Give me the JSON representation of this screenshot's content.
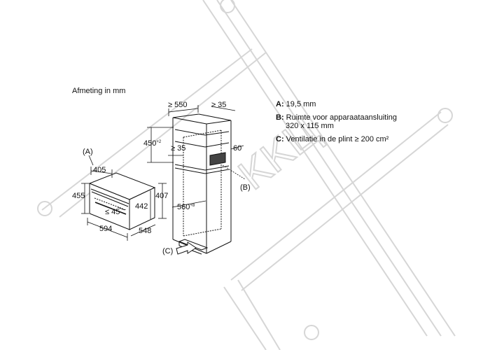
{
  "caption": "Afmeting in mm",
  "watermark": "KKЦ",
  "legend": {
    "a_key": "A:",
    "a_text": "19,5 mm",
    "b_key": "B:",
    "b_text_line1": "Ruimte voor apparaataansluiting",
    "b_text_line2": "320 x 115 mm",
    "c_key": "C:",
    "c_text": "Ventilatie in de plint ≥ 200 cm²"
  },
  "labels": {
    "a": "(A)",
    "b": "(B)",
    "c": "(C)"
  },
  "dimensions": {
    "oven_width": "594",
    "oven_depth": "548",
    "oven_height": "455",
    "oven_inner_height": "442",
    "oven_top": "405",
    "oven_gap": "≤ 45",
    "niche_height": "407",
    "cab_width": "≥ 550",
    "cab_depth": "≥ 35",
    "niche_range": "450",
    "niche_range_sup": "+2",
    "inner_gap": "≥ 35",
    "vent": "60",
    "inner_width": "560",
    "inner_width_sup": "+8"
  }
}
